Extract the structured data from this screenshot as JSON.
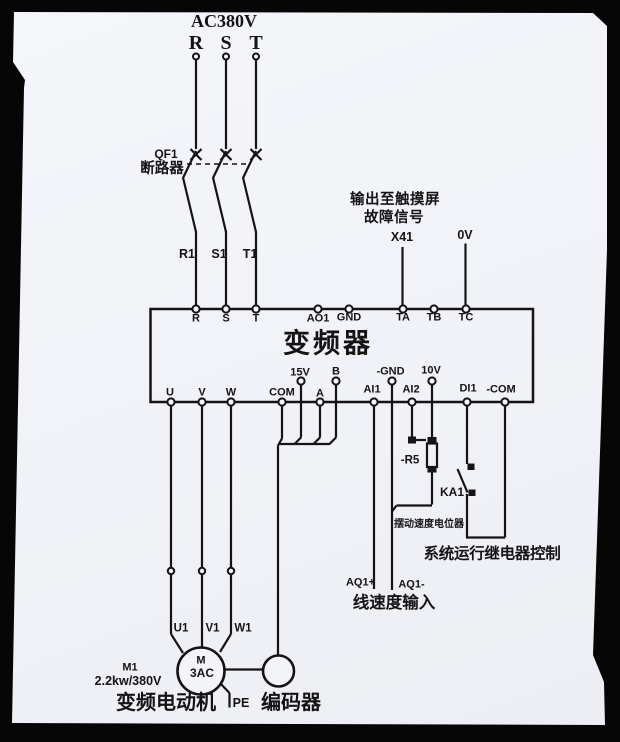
{
  "supply": {
    "voltage": "AC380V",
    "phases": [
      "R",
      "S",
      "T"
    ],
    "wire_labels": [
      "R1",
      "S1",
      "T1"
    ]
  },
  "breaker": {
    "id": "QF1",
    "name": "断路器"
  },
  "fault_output": {
    "line1": "输出至触摸屏",
    "line2": "故障信号",
    "terminal": "X41",
    "zero": "0V"
  },
  "inverter": {
    "title": "变频器",
    "top_terminals": [
      "R",
      "S",
      "T",
      "AO1",
      "GND",
      "TA",
      "TB",
      "TC"
    ],
    "bottom_terminals": [
      "U",
      "V",
      "W",
      "COM",
      "15V",
      "A",
      "B",
      "-GND",
      "AI1",
      "AI2",
      "10V",
      "DI1",
      "-COM"
    ]
  },
  "potentiometer": {
    "id": "-R5",
    "name": "摆动速度电位器"
  },
  "relay": {
    "id": "KA1",
    "name": "系统运行继电器控制"
  },
  "speed_input": {
    "plus": "AQ1+",
    "minus": "AQ1-",
    "name": "线速度输入"
  },
  "motor": {
    "id": "M1",
    "rating": "2.2kw/380V",
    "symbol": "M",
    "type": "3AC",
    "name": "变频电动机",
    "ground": "PE",
    "wire_labels": [
      "U1",
      "V1",
      "W1"
    ]
  },
  "encoder": {
    "name": "编码器"
  },
  "colors": {
    "ink": "#141414",
    "paper": "#f2f4f8",
    "background": "#060606"
  }
}
